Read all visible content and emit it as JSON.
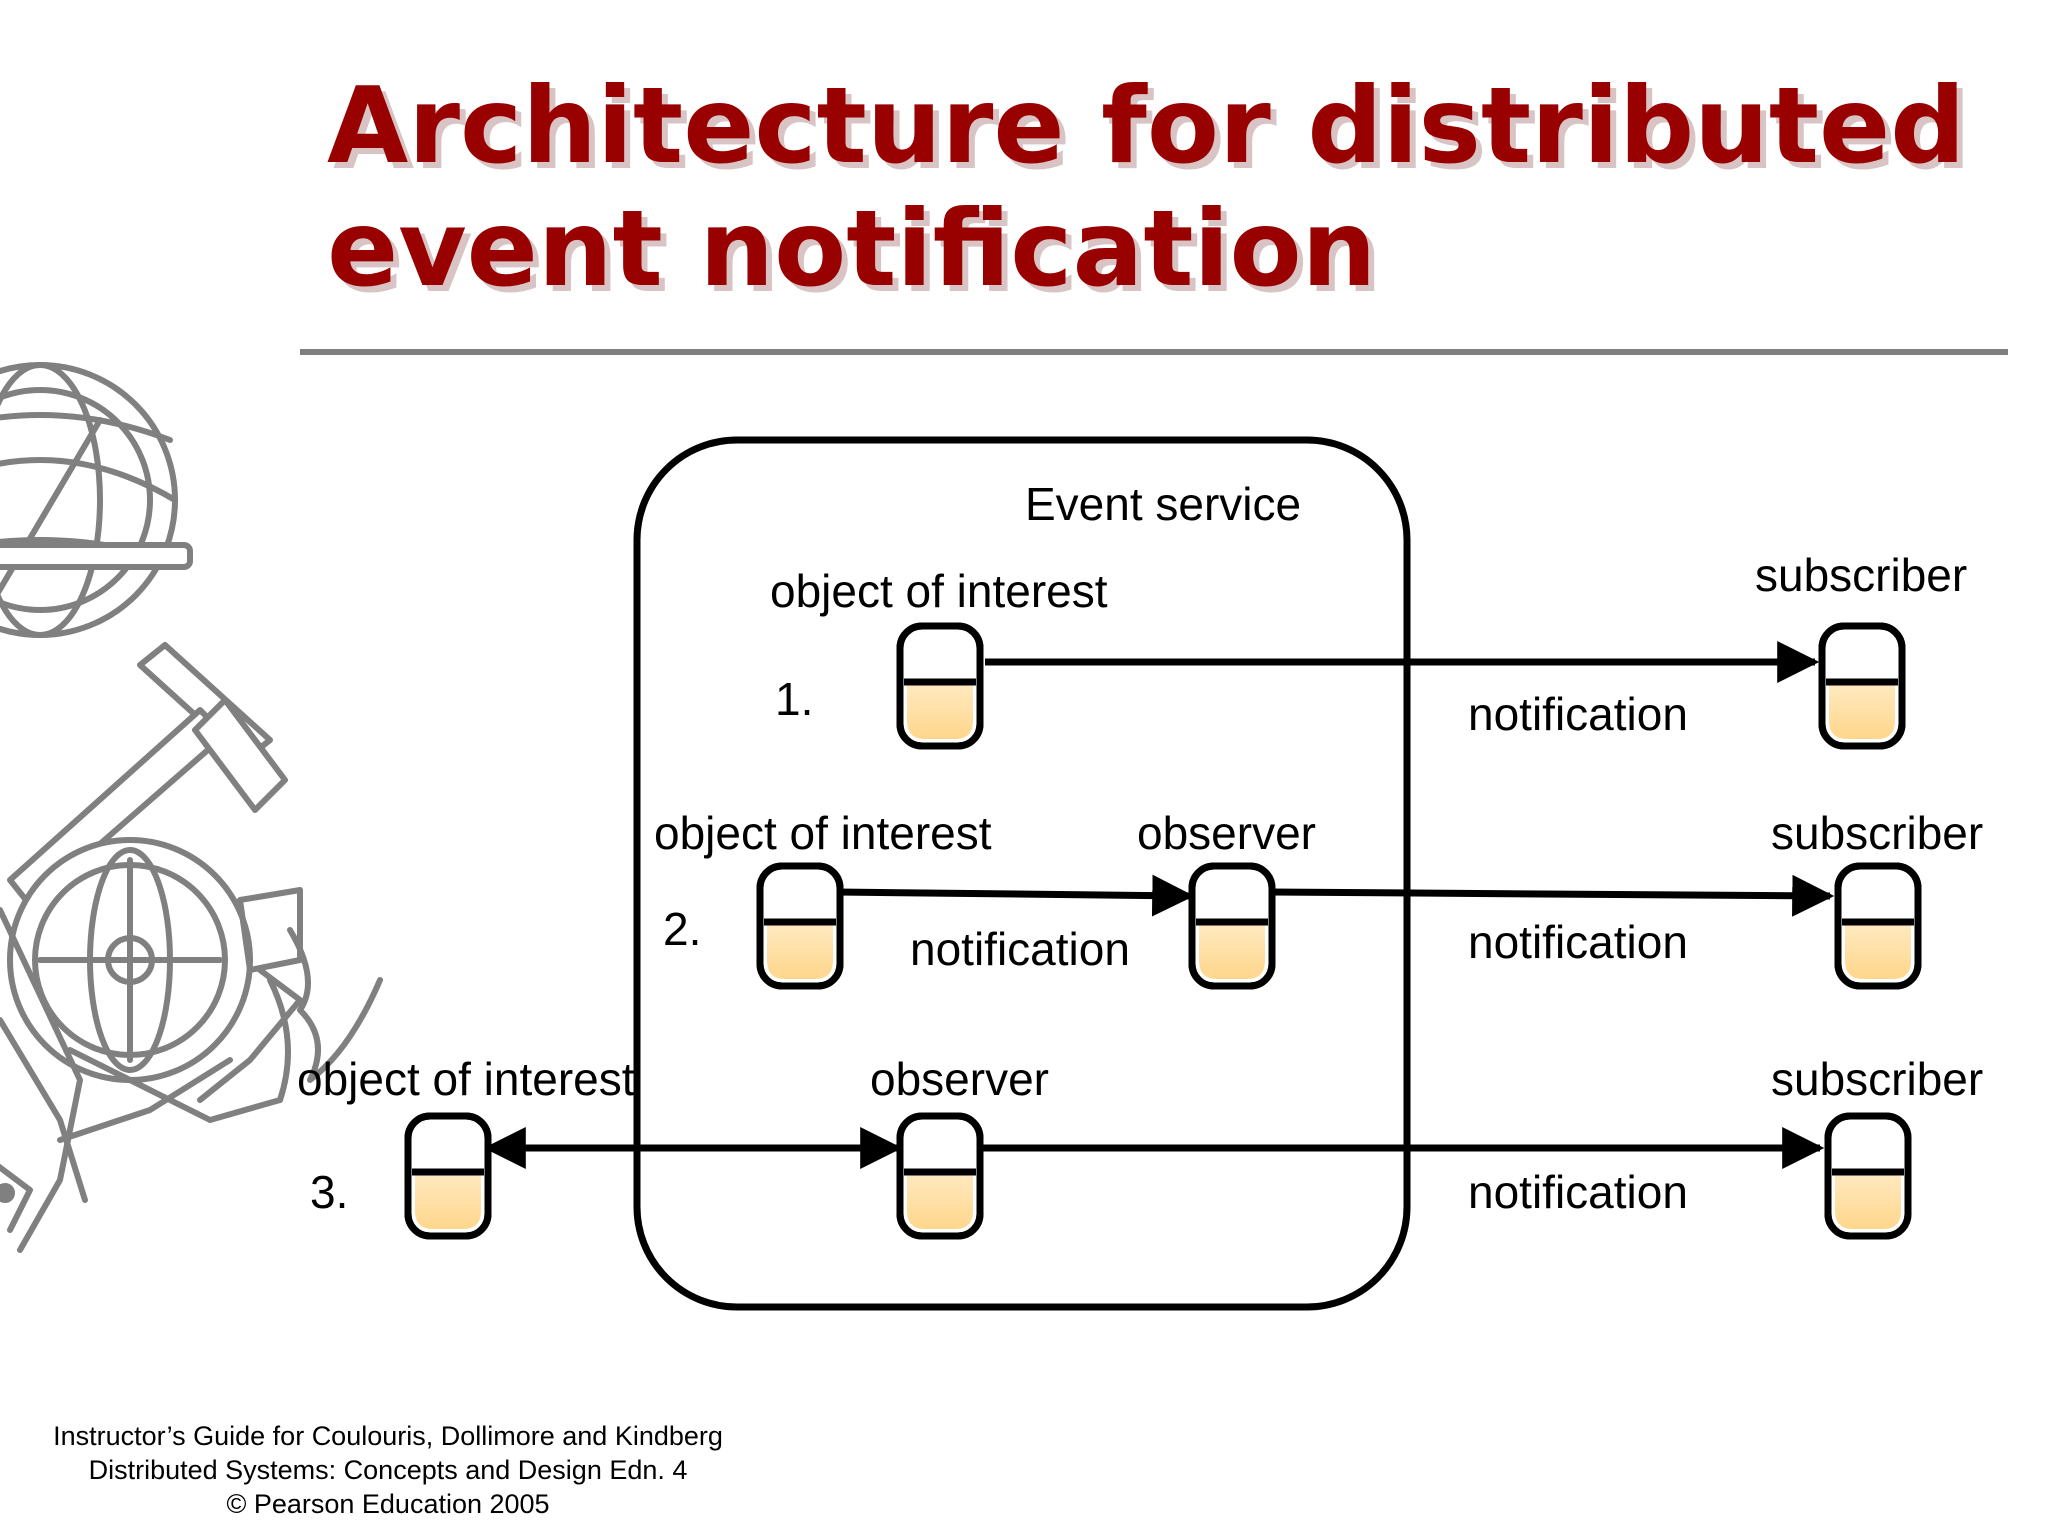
{
  "slide": {
    "title_line1": "Architecture for distributed",
    "title_line2": "event notification",
    "title_color": "#990000",
    "rule_color": "#7f7f7f",
    "logo_icon": "astrolabe-hammer-wheel-logo",
    "footer": {
      "line1": "Instructor’s Guide for  Coulouris, Dollimore and Kindberg",
      "line2": "Distributed Systems: Concepts and Design   Edn. 4",
      "line3": "©  Pearson Education 2005"
    }
  },
  "diagram": {
    "event_service_label": "Event service",
    "object_fill": "#ffdfa0",
    "row1": {
      "number": "1.",
      "object_label": "object of interest",
      "subscriber_label": "subscriber",
      "notification_label": "notification"
    },
    "row2": {
      "number": "2.",
      "object_label": "object of interest",
      "observer_label": "observer",
      "notification_inner": "notification",
      "notification_outer": "notification",
      "subscriber_label": "subscriber"
    },
    "row3": {
      "number": "3.",
      "object_label": "object of interest",
      "observer_label": "observer",
      "notification_label": "notification",
      "subscriber_label": "subscriber"
    }
  }
}
